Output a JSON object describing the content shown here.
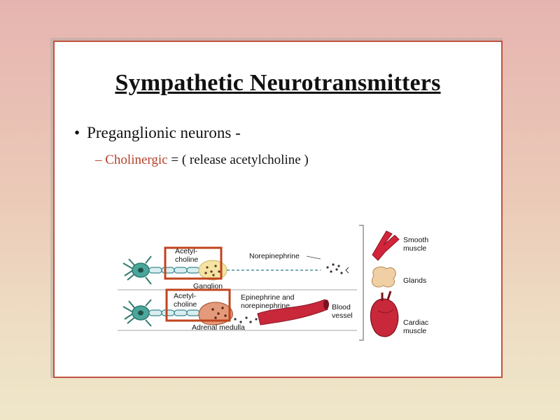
{
  "slide": {
    "title": "Sympathetic Neurotransmitters",
    "bullet": "Preganglionic neurons -",
    "sub_dash": "–",
    "sub_term": "Cholinergic",
    "sub_rest": " = ( release acetylcholine )"
  },
  "figure": {
    "labels": {
      "ach_top_1": "Acetyl-",
      "ach_top_2": "choline",
      "ach_bottom_1": "Acetyl-",
      "ach_bottom_2": "choline",
      "ganglion": "Ganglion",
      "norepinephrine": "Norepinephrine",
      "epi_1": "Epinephrine and",
      "epi_2": "norepinephrine",
      "adrenal": "Adrenal medulla",
      "blood_1": "Blood",
      "blood_2": "vessel",
      "smooth_1": "Smooth",
      "smooth_2": "muscle",
      "glands": "Glands",
      "cardiac_1": "Cardiac",
      "cardiac_2": "muscle"
    }
  },
  "colors": {
    "accent": "#c0533f",
    "highlight_box": "#c0441e",
    "neuron": "#4aa59a",
    "ganglion": "#f3e4a3",
    "vessel": "#c8283a",
    "gland": "#f1cfa4"
  }
}
